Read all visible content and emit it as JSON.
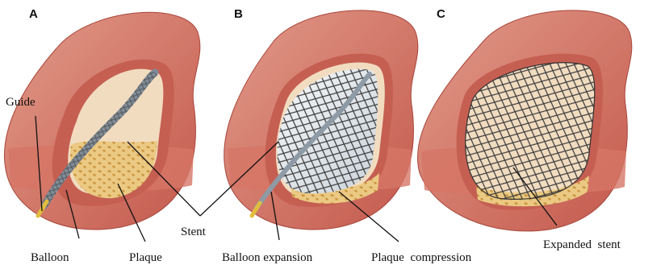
{
  "panels": [
    {
      "letter": "A"
    },
    {
      "letter": "B"
    },
    {
      "letter": "C"
    }
  ],
  "labels": {
    "guide": "Guide",
    "balloon": "Balloon",
    "plaque": "Plaque",
    "stent": "Stent",
    "balloon_expansion": "Balloon expansion",
    "plaque_compression": "Plaque  compression",
    "expanded_stent": "Expanded  stent"
  },
  "colors": {
    "artery_outer": "#d4796a",
    "artery_light": "#e8a696",
    "artery_dark": "#b94f44",
    "artery_inner": "#c96052",
    "lumen": "#f3dfc4",
    "plaque": "#e8c57a",
    "plaque_dark": "#c99a45",
    "stent_mesh": "#3c3c3c",
    "balloon": "#dde6ee",
    "catheter": "#9aa7b3",
    "guide_tip": "#e6c14a"
  }
}
